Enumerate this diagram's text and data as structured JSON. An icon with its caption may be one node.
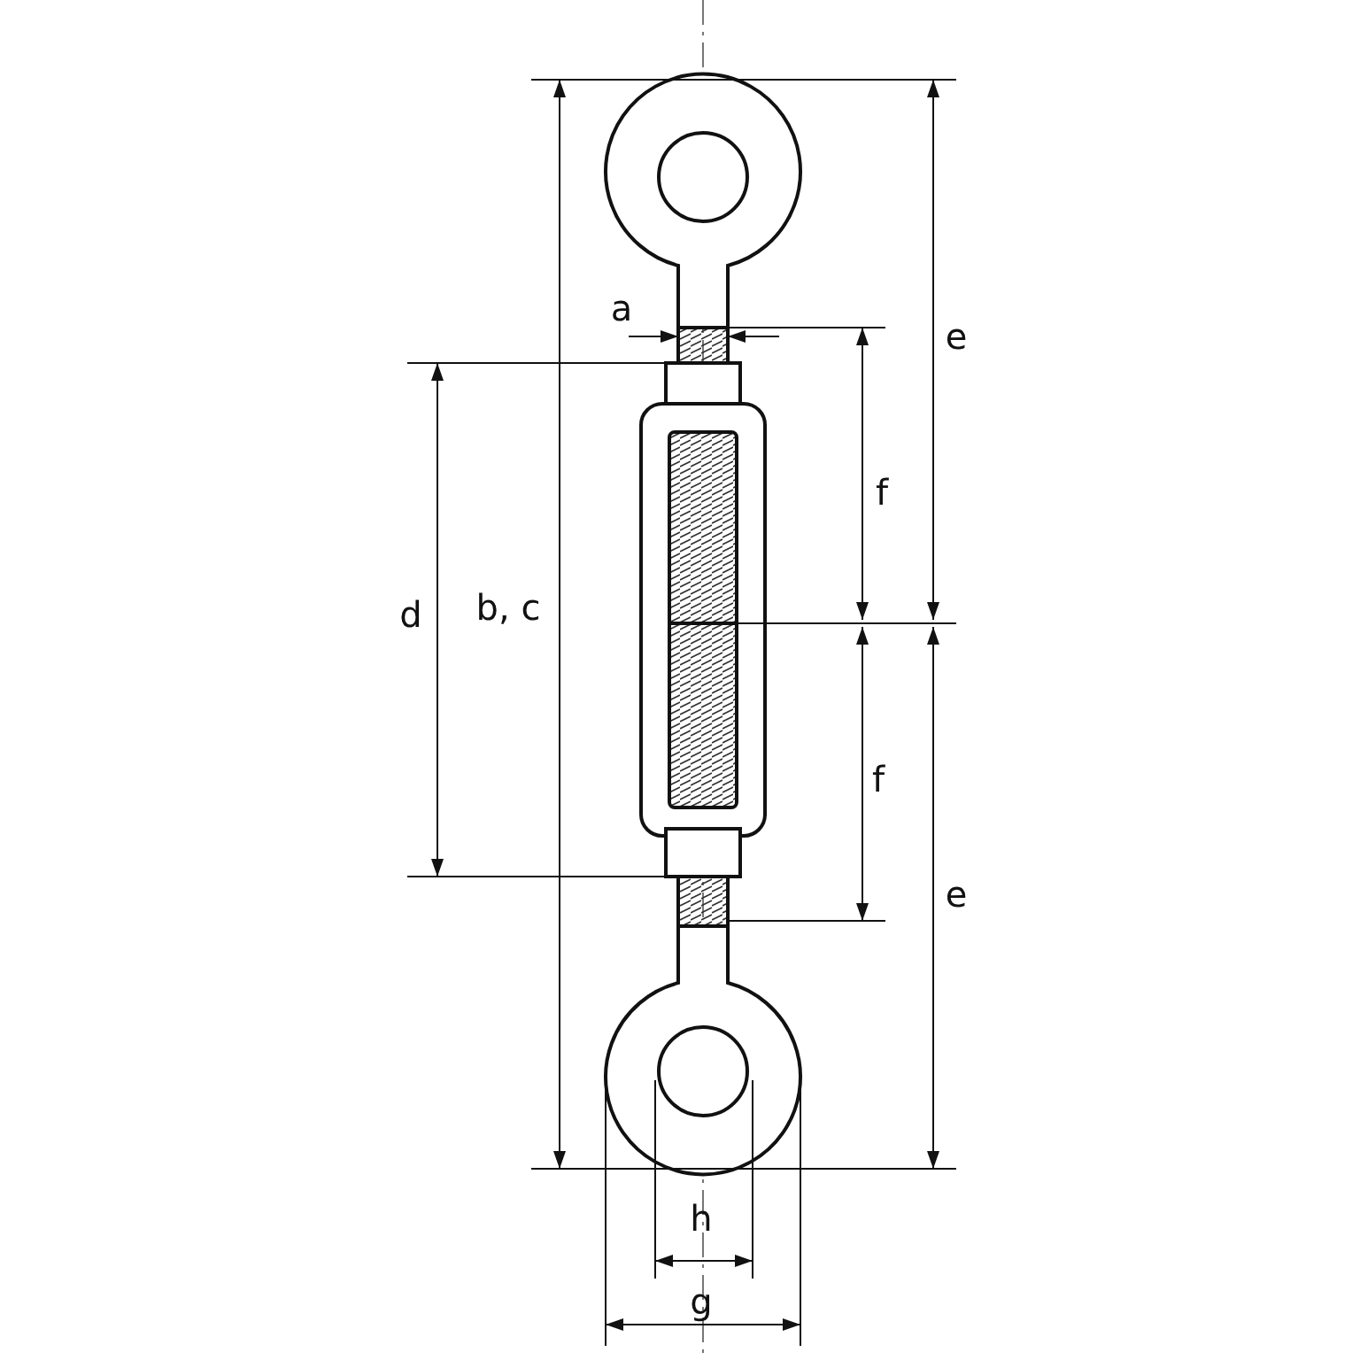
{
  "diagram": {
    "labels": [
      "a",
      "e",
      "f",
      "d",
      "b, c",
      "f",
      "e",
      "h",
      "g"
    ]
  }
}
